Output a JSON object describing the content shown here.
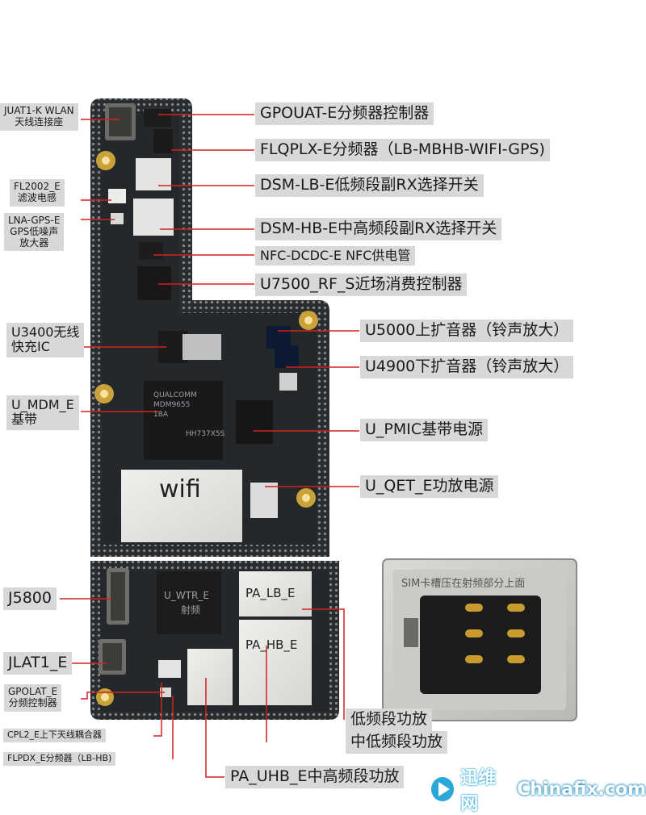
{
  "colors": {
    "leader": "#d42020",
    "label_bg": "#d8d8d8",
    "pcb": "#2a2d30",
    "pad": "#c9a23a",
    "shield": "#e8e8e6"
  },
  "board": {
    "chip_wifi": "wifi",
    "chip_mdm_lines": [
      "QUALCOMM",
      "MDM9655",
      "1BA"
    ],
    "chip_mdm_code": "HH737X5S",
    "chip_wtr_lines": [
      "U_WTR_E",
      "射频"
    ],
    "chip_pa_lb": "PA_LB_E",
    "chip_pa_hb": "PA_HB_E"
  },
  "sim": {
    "caption": "SIM卡槽压在射频部分上面"
  },
  "labels": {
    "juat1k": [
      "JUAT1-K WLAN",
      "天线连接座"
    ],
    "fl2002": [
      "FL2002_E",
      "滤波电感"
    ],
    "lnagps": [
      "LNA-GPS-E",
      "GPS低噪声",
      "放大器"
    ],
    "u3400": [
      "U3400无线",
      "快充IC"
    ],
    "umdm": [
      "U_MDM_E",
      "基带"
    ],
    "j5800": "J5800",
    "jlat1": "JLAT1_E",
    "gpolat": [
      "GPOLAT_E",
      "分频控制器"
    ],
    "cpl2": "CPL2_E上下天线耦合器",
    "flpdx": "FLPDX_E分频器（LB-HB)",
    "gpouat": "GPOUAT-E分频器控制器",
    "flqplx": "FLQPLX-E分频器（LB-MBHB-WIFI-GPS)",
    "dsmlb": "DSM-LB-E低频段副RX选择开关",
    "dsmhb": "DSM-HB-E中高频段副RX选择开关",
    "nfcdcdc": "NFC-DCDC-E NFC供电管",
    "u7500": "U7500_RF_S近场消费控制器",
    "u5000": "U5000上扩音器（铃声放大）",
    "u4900": "U4900下扩音器（铃声放大）",
    "upmic": "U_PMIC基带电源",
    "uqet": "U_QET_E功放电源",
    "lowpa": "低频段功放",
    "midlowpa": "中低频段功放",
    "pauhb": "PA_UHB_E中高频段功放"
  },
  "watermark": {
    "brand_cn": "迅维网",
    "brand_en": "Chinafix.com"
  }
}
